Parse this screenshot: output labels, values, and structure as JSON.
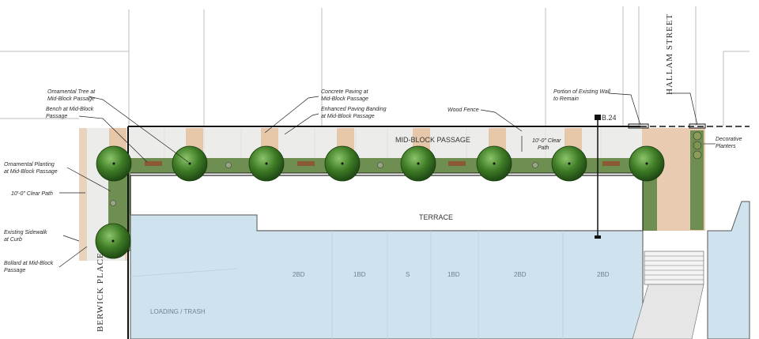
{
  "labels": {
    "ornamental_tree": [
      "Ornamental Tree at",
      "Mid-Block Passage"
    ],
    "bench": [
      "Bench at Mid-Block",
      "Passage"
    ],
    "ornamental_planting": [
      "Ornamental Planting",
      "at Mid-Block Passage"
    ],
    "clear_path_left": "10'-0\" Clear Path",
    "existing_sidewalk": [
      "Existing Sidewalk",
      "at Curb"
    ],
    "bollard": [
      "Bollard at Mid-Block",
      "Passage"
    ],
    "concrete_paving": [
      "Concrete Paving at",
      "Mid-Block Passage"
    ],
    "enhanced_paving": [
      "Enhanced Paving Banding",
      "at Mid-Block Passage"
    ],
    "wood_fence": "Wood Fence",
    "existing_wall": [
      "Portion of Existing Wall",
      "to Remain"
    ],
    "decorative_planters": [
      "Decorative",
      "Planters"
    ],
    "clear_path_right": [
      "10'-0\" Clear",
      "Path"
    ],
    "section_marker": "B.24"
  },
  "areas": {
    "passage": "MID-BLOCK PASSAGE",
    "terrace": "TERRACE",
    "loading": "LOADING / TRASH"
  },
  "units": [
    "2BD",
    "1BD",
    "S",
    "1BD",
    "2BD",
    "2BD"
  ],
  "streets": {
    "left": "BERWICK PLACE",
    "right": "HALLAM STREET"
  },
  "colors": {
    "building": "#cfe3ef",
    "paving": "#ecebea",
    "banding": "#e8c8a8",
    "planting": "#6f8f52",
    "tree": "#3c7a25"
  }
}
